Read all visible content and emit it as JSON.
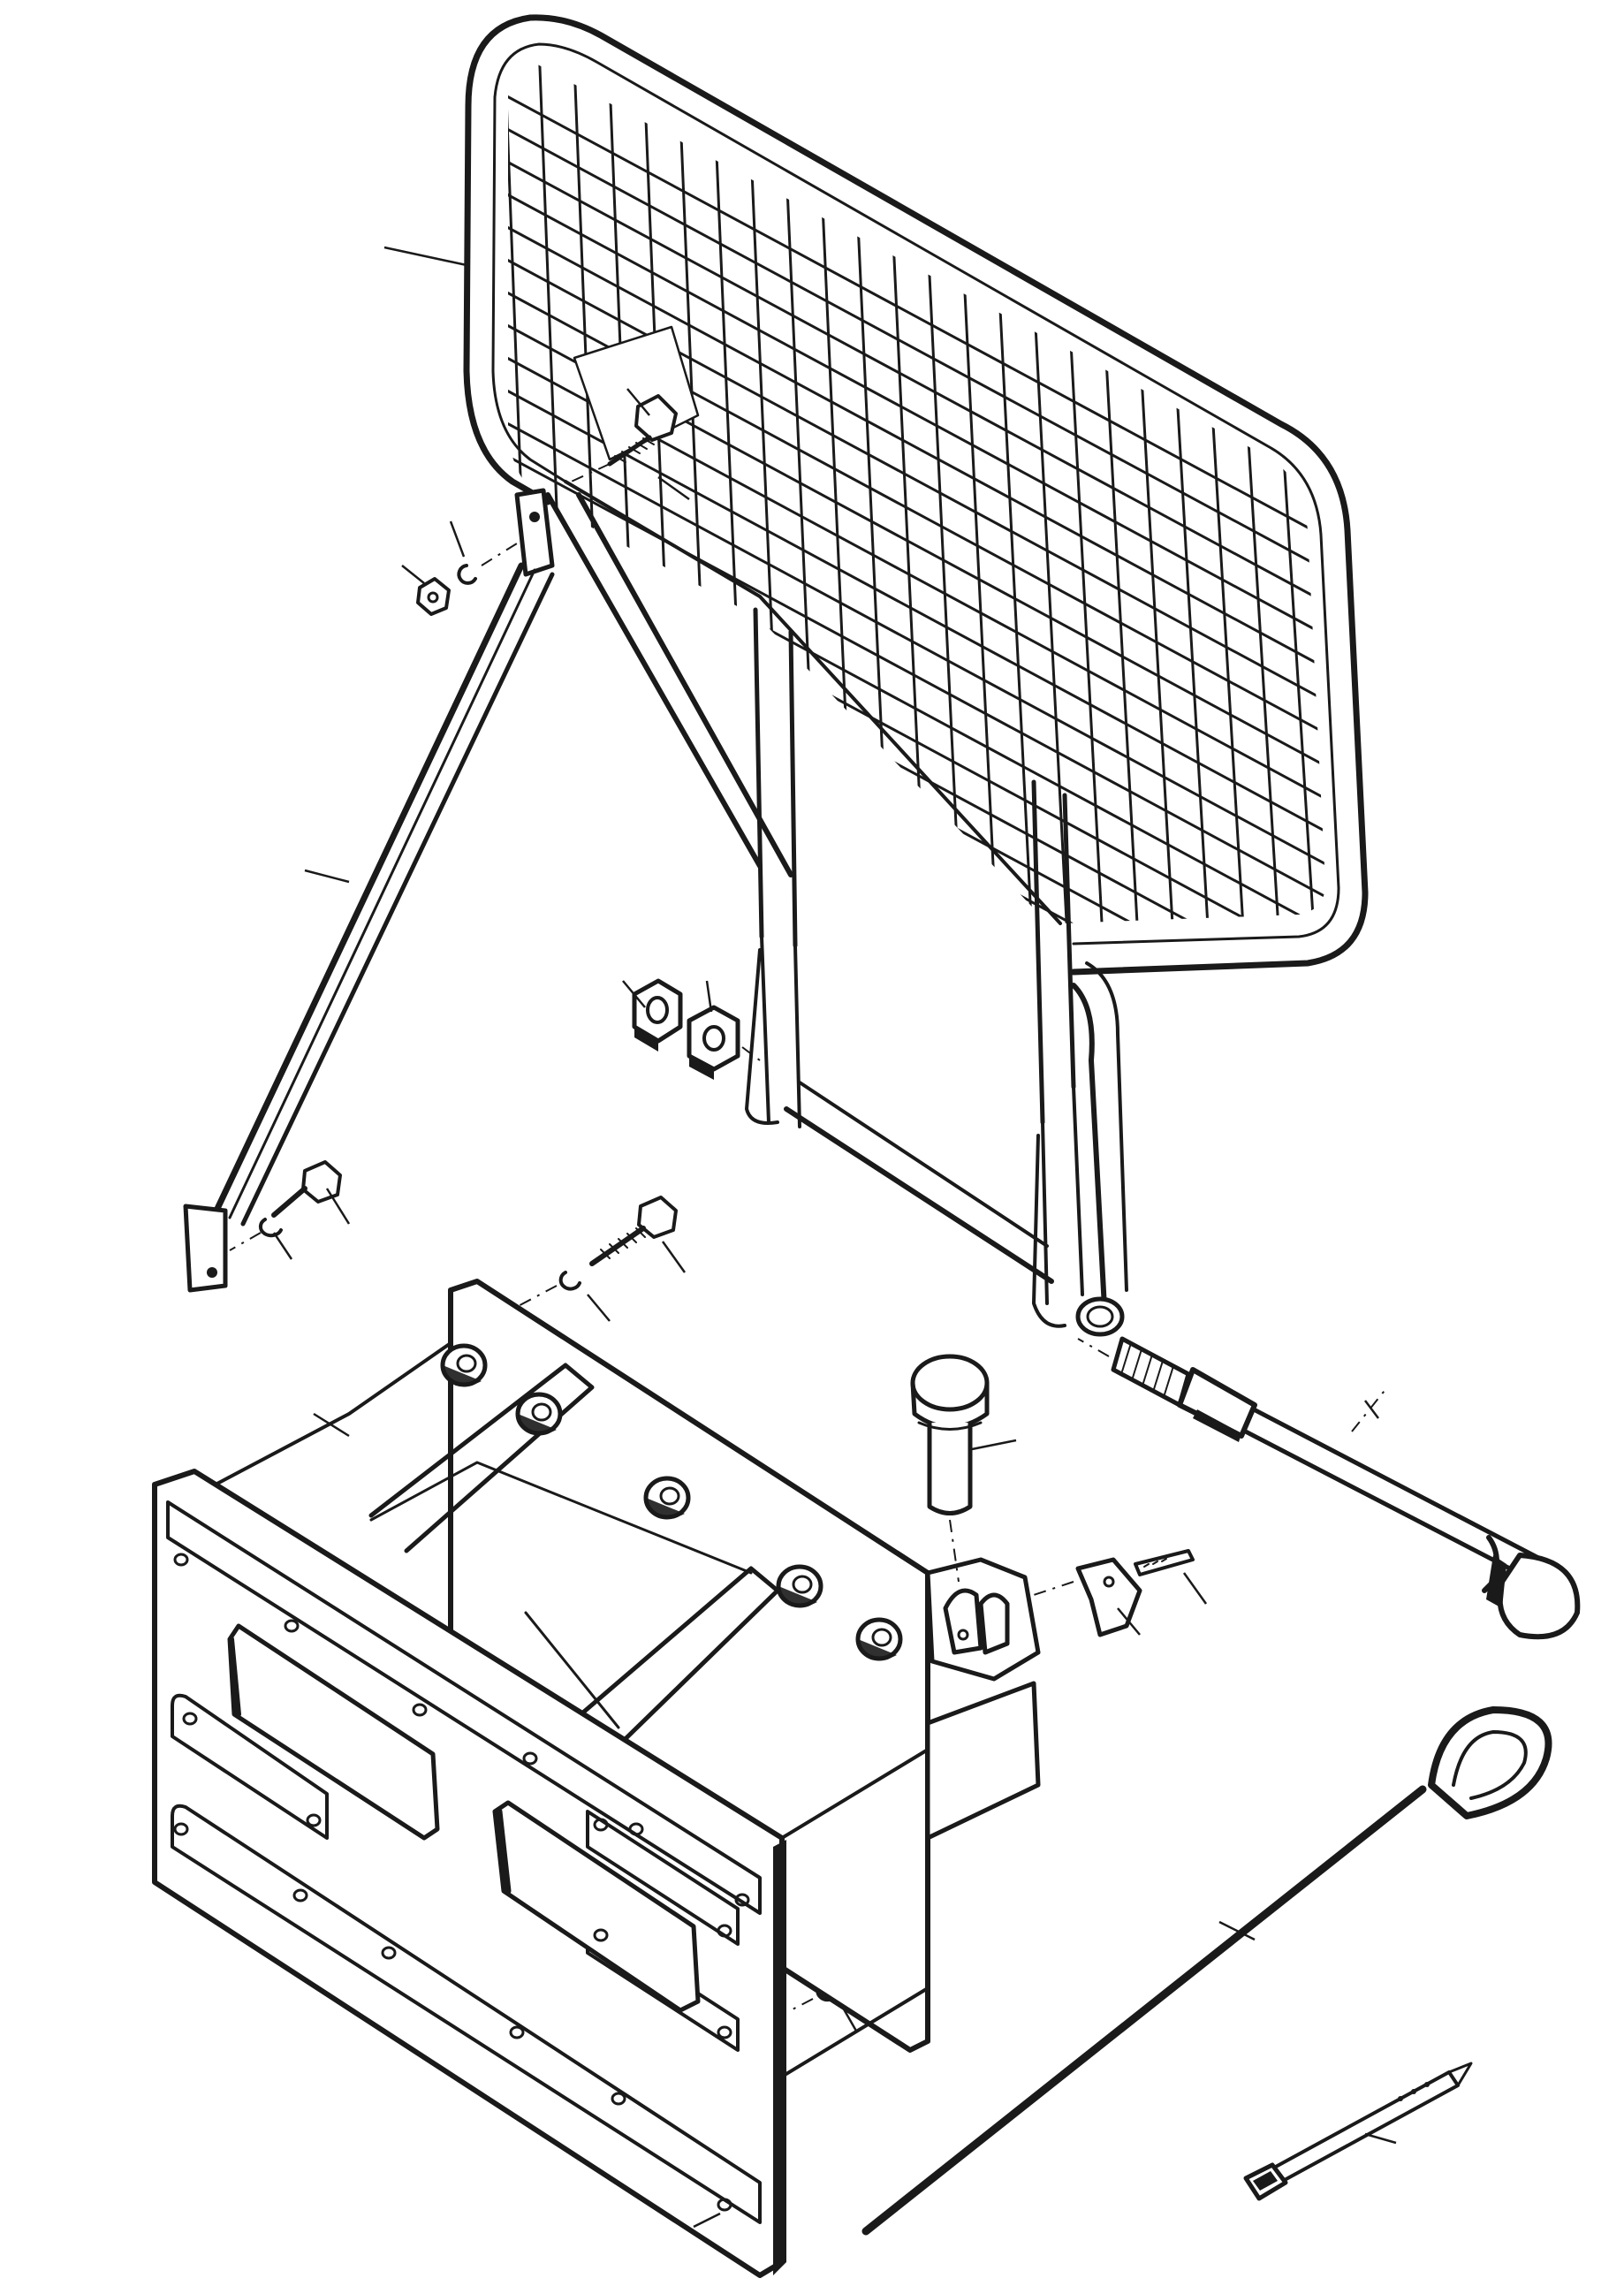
{
  "diagram": {
    "kind": "exploded-parts-drawing",
    "callout_labels": [],
    "colors": {
      "ink": "#1a1a1a",
      "paper": "#ffffff"
    },
    "parts": [
      "screen-guard",
      "mounting-bolt",
      "support-arm",
      "spacer-nut",
      "spacer-washer",
      "lock-washer",
      "hex-nut",
      "hinge-pin",
      "tow-bracket-frame",
      "drawbar-pin",
      "clevis-plate",
      "cotter-pin",
      "tie-rod",
      "cable-sling",
      "cable-tie"
    ]
  }
}
